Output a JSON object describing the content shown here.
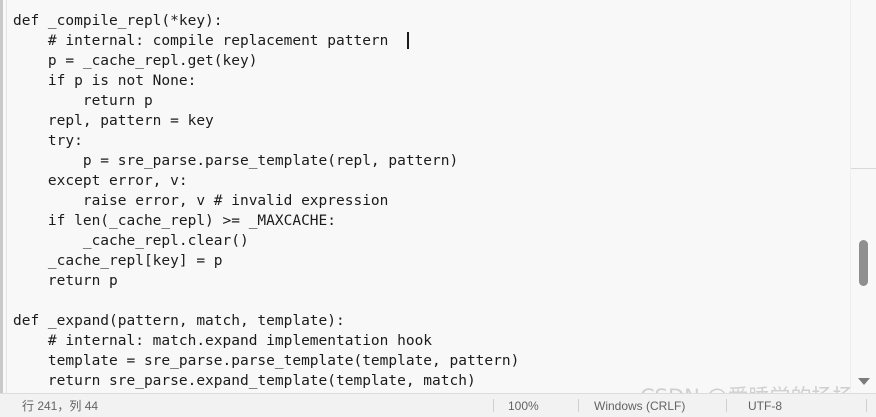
{
  "editor": {
    "code_lines": [
      "def _compile_repl(*key):",
      "    # internal: compile replacement pattern",
      "    p = _cache_repl.get(key)",
      "    if p is not None:",
      "        return p",
      "    repl, pattern = key",
      "    try:",
      "        p = sre_parse.parse_template(repl, pattern)",
      "    except error, v:",
      "        raise error, v # invalid expression",
      "    if len(_cache_repl) >= _MAXCACHE:",
      "        _cache_repl.clear()",
      "    _cache_repl[key] = p",
      "    return p",
      "",
      "def _expand(pattern, match, template):",
      "    # internal: match.expand implementation hook",
      "    template = sre_parse.parse_template(template, pattern)",
      "    return sre_parse.expand_template(template, match)"
    ],
    "text_color": "#1b1b1b",
    "background_color": "#f8f8f8"
  },
  "scrollbar": {
    "orientation": "vertical",
    "down_arrow_glyph": "▼"
  },
  "status_bar": {
    "caret_position": "行 241，列 44",
    "zoom": "100%",
    "line_ending": "Windows (CRLF)",
    "encoding": "UTF-8",
    "background_color": "#f2f2f2",
    "text_color": "#636363"
  },
  "watermark": {
    "text": "CSDN @爱睡觉的扬扬"
  }
}
